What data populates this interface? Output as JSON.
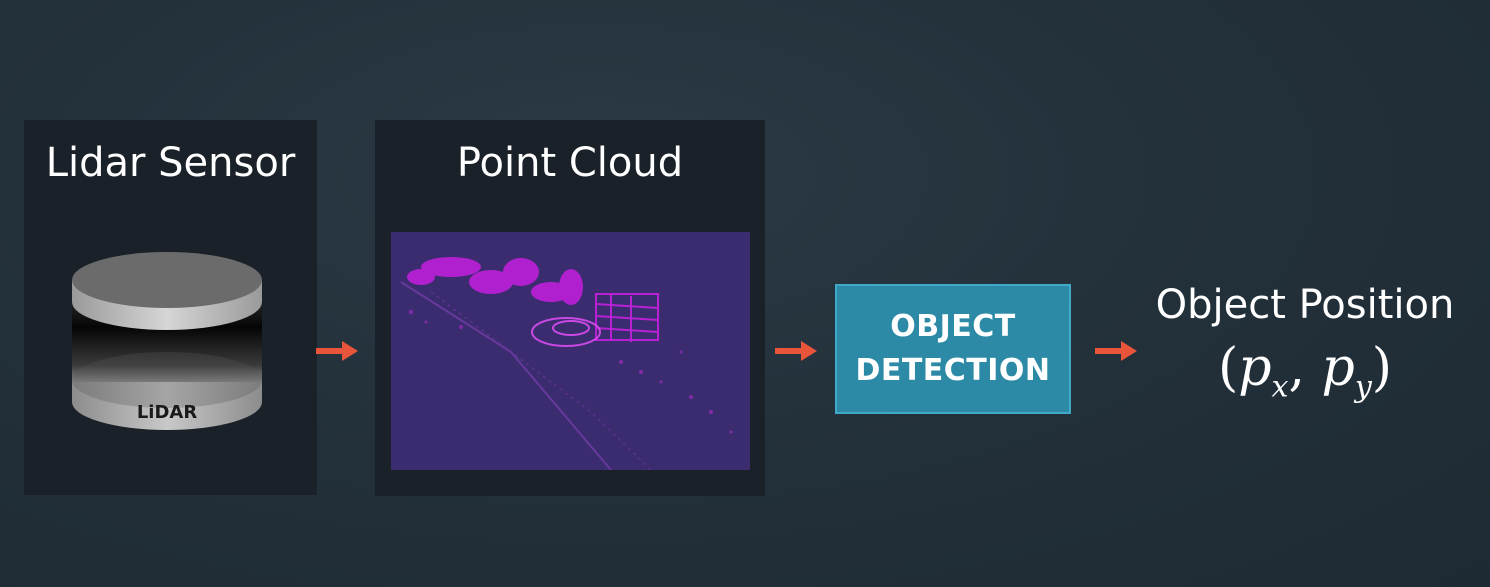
{
  "panels": {
    "lidar_title": "Lidar Sensor",
    "sensor_label": "LiDAR",
    "cloud_title": "Point Cloud"
  },
  "detection": {
    "line1": "OBJECT",
    "line2": "DETECTION"
  },
  "output": {
    "title": "Object Position",
    "formula_open": "(",
    "formula_p1": "p",
    "formula_sub1": "x",
    "formula_sep": ", ",
    "formula_p2": "p",
    "formula_sub2": "y",
    "formula_close": ")"
  },
  "colors": {
    "arrow": "#e8553a",
    "detection_box": "#2c8aa6",
    "point_cloud": "#c61fe0"
  }
}
